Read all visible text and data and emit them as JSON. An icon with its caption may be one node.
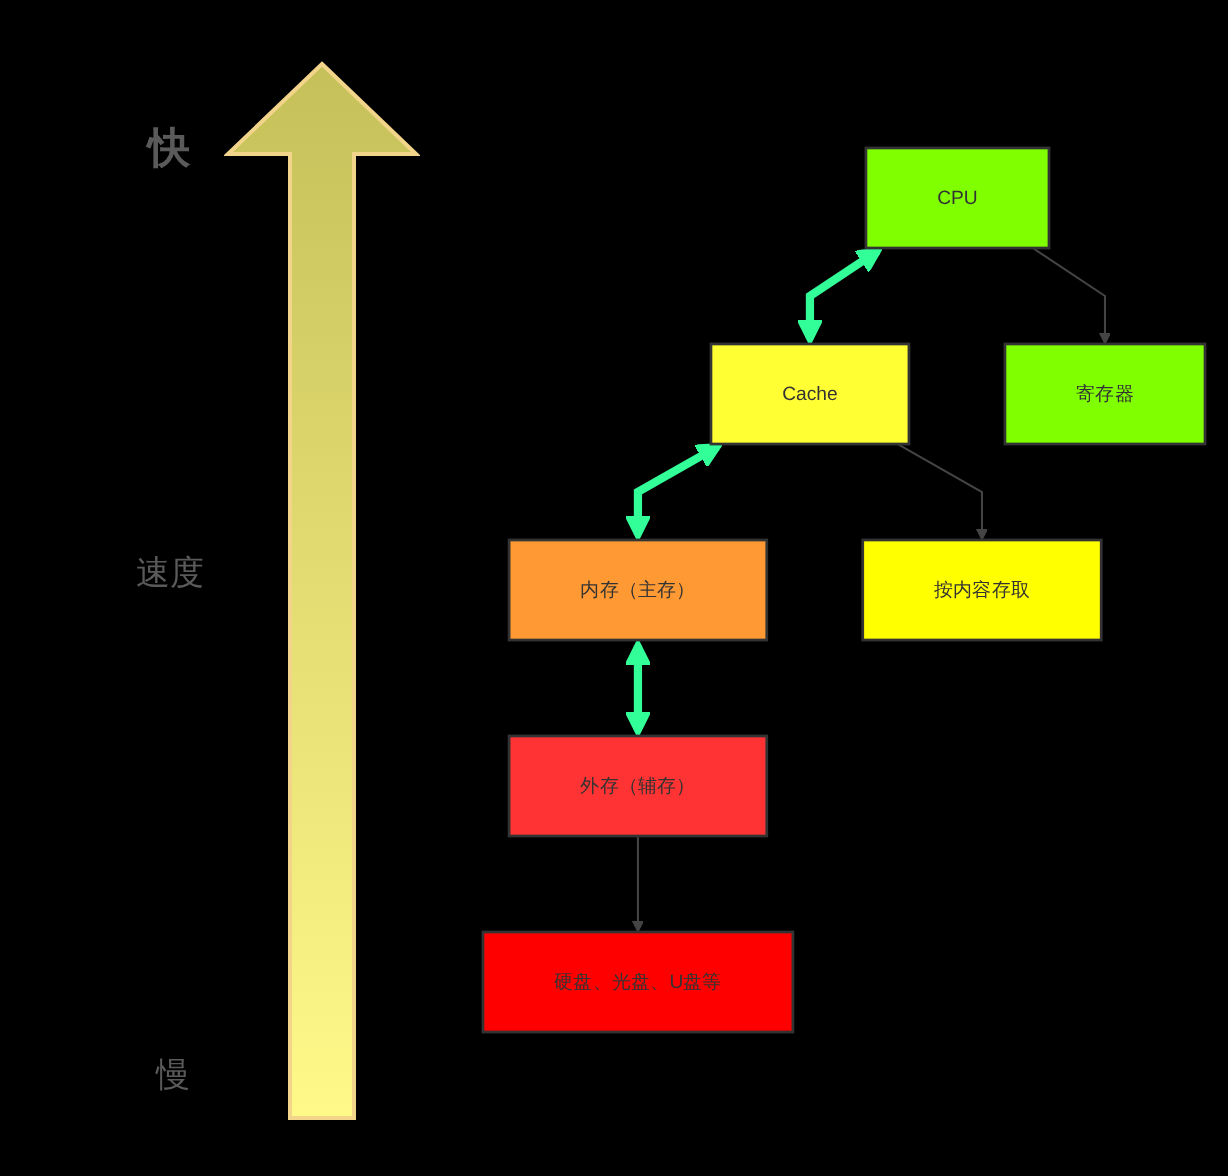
{
  "diagram": {
    "nodes": [
      {
        "text": [
          "CPU"
        ]
      },
      {
        "text": [
          "寄存器"
        ]
      },
      {
        "text": [
          "Cache"
        ]
      },
      {
        "text": [
          "按内容存取"
        ]
      },
      {
        "text": [
          "内存（主存）"
        ]
      },
      {
        "text": [
          "外存（辅存）"
        ]
      },
      {
        "text": [
          "硬盘、光盘、U盘等"
        ]
      }
    ],
    "edges": [
      {
        "from": 0,
        "to": 1,
        "arrow": "to"
      },
      {
        "from": 0,
        "to": 2,
        "arrow": "both",
        "style": "thick",
        "color": "#33ff99"
      },
      {
        "from": 2,
        "to": 3,
        "arrow": "to"
      },
      {
        "from": 2,
        "to": 4,
        "arrow": "both",
        "style": "thick",
        "color": "#33ff99"
      },
      {
        "from": 4,
        "to": 5,
        "arrow": "both",
        "style": "thick",
        "color": "#33ff99"
      },
      {
        "from": 5,
        "to": 6,
        "arrow": "to"
      }
    ],
    "labels": [
      "快",
      "速度",
      "慢"
    ]
  }
}
